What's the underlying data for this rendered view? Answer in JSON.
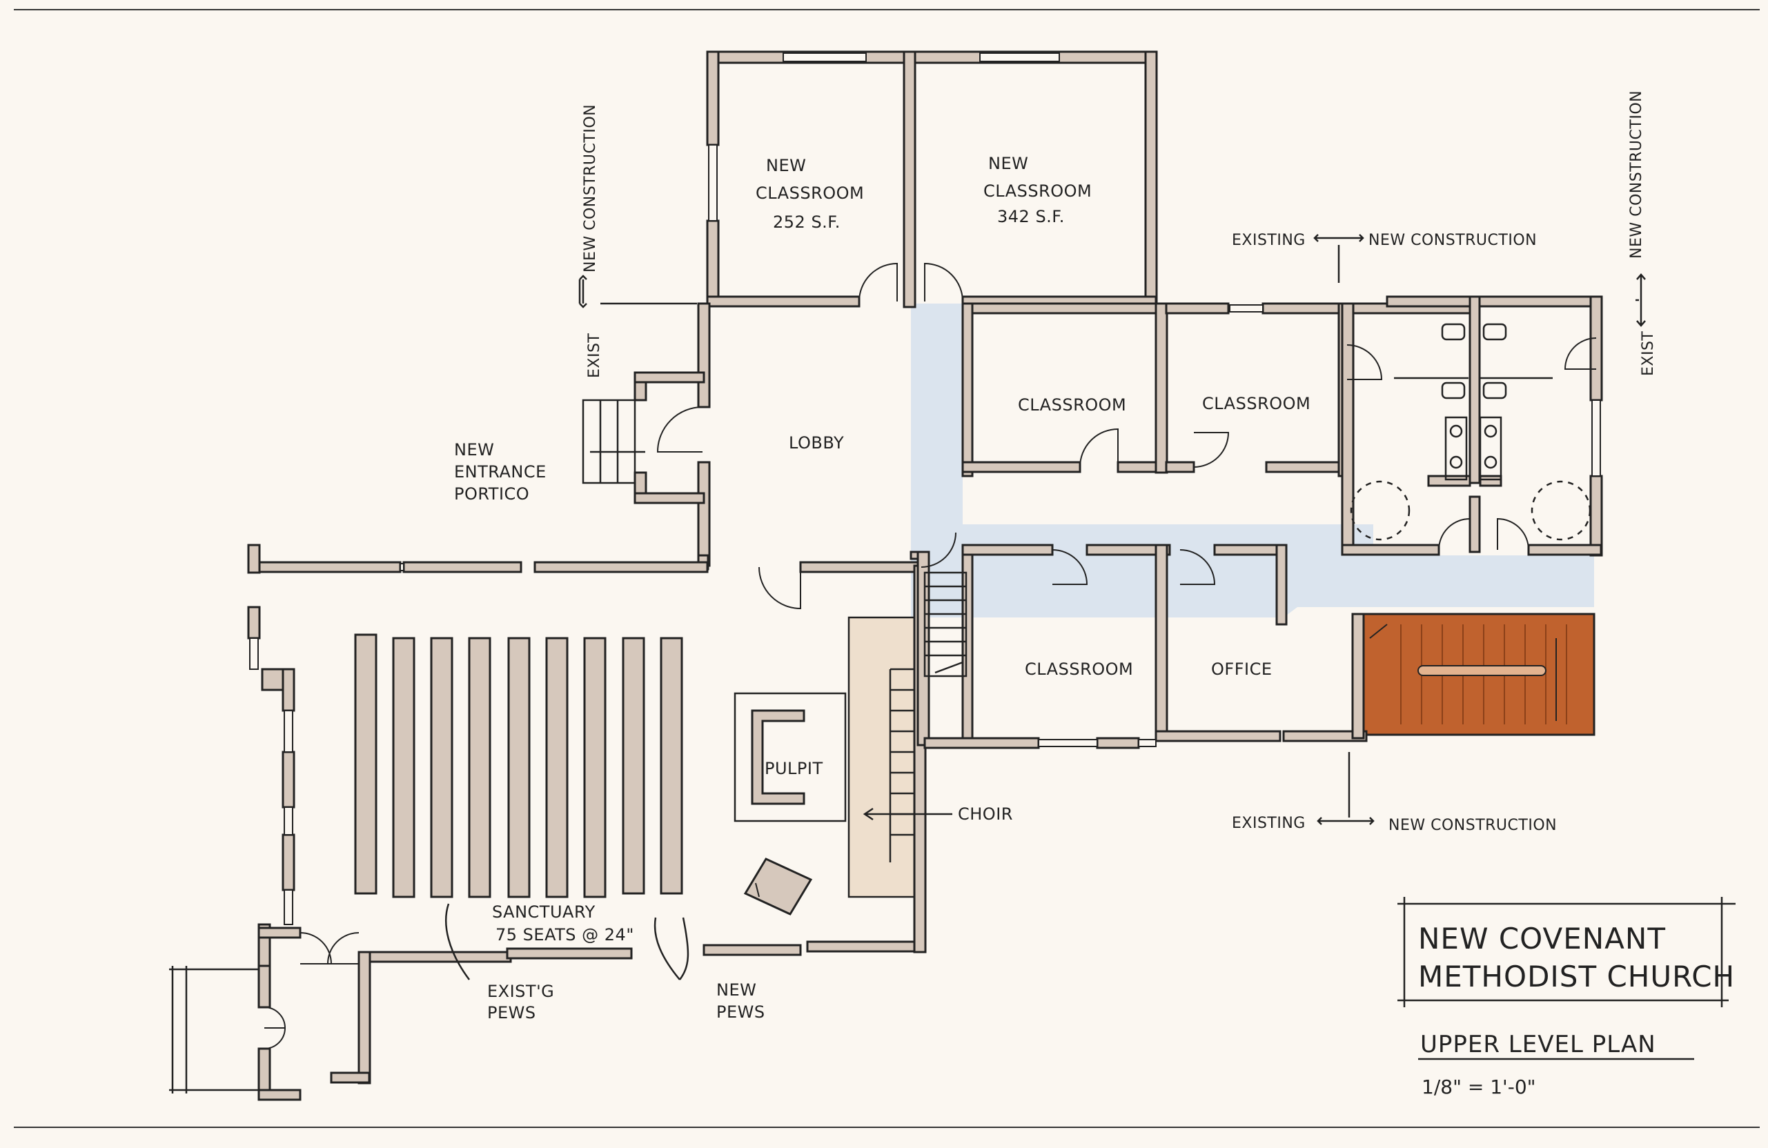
{
  "rooms": {
    "new_classroom_1": [
      "NEW",
      "CLASSROOM",
      "252 S.F."
    ],
    "new_classroom_2": [
      "NEW",
      "CLASSROOM",
      "342 S.F."
    ],
    "lobby": "LOBBY",
    "classroom_a": "CLASSROOM",
    "classroom_b": "CLASSROOM",
    "classroom_c": "CLASSROOM",
    "office": "OFFICE",
    "pulpit": "PULPIT",
    "sanctuary": [
      "SANCTUARY",
      "75 SEATS @ 24\""
    ]
  },
  "annotations": {
    "entrance": [
      "NEW",
      "ENTRANCE",
      "PORTICO"
    ],
    "choir": "CHOIR",
    "exist_pews": [
      "EXIST'G",
      "PEWS"
    ],
    "new_pews": [
      "NEW",
      "PEWS"
    ],
    "existing": "EXISTING",
    "new_construction": "NEW CONSTRUCTION",
    "exist": "EXIST"
  },
  "title_block": {
    "line1": "NEW COVENANT",
    "line2": "METHODIST CHURCH",
    "plan_name": "UPPER LEVEL PLAN",
    "scale": "1/8\" = 1'-0\""
  },
  "colors": {
    "wall": "#d6c8bc",
    "corridor": "#dbe4ee",
    "stair": "#c0622e",
    "choir_floor": "#eedfcd",
    "paper": "#fbf7f1"
  }
}
